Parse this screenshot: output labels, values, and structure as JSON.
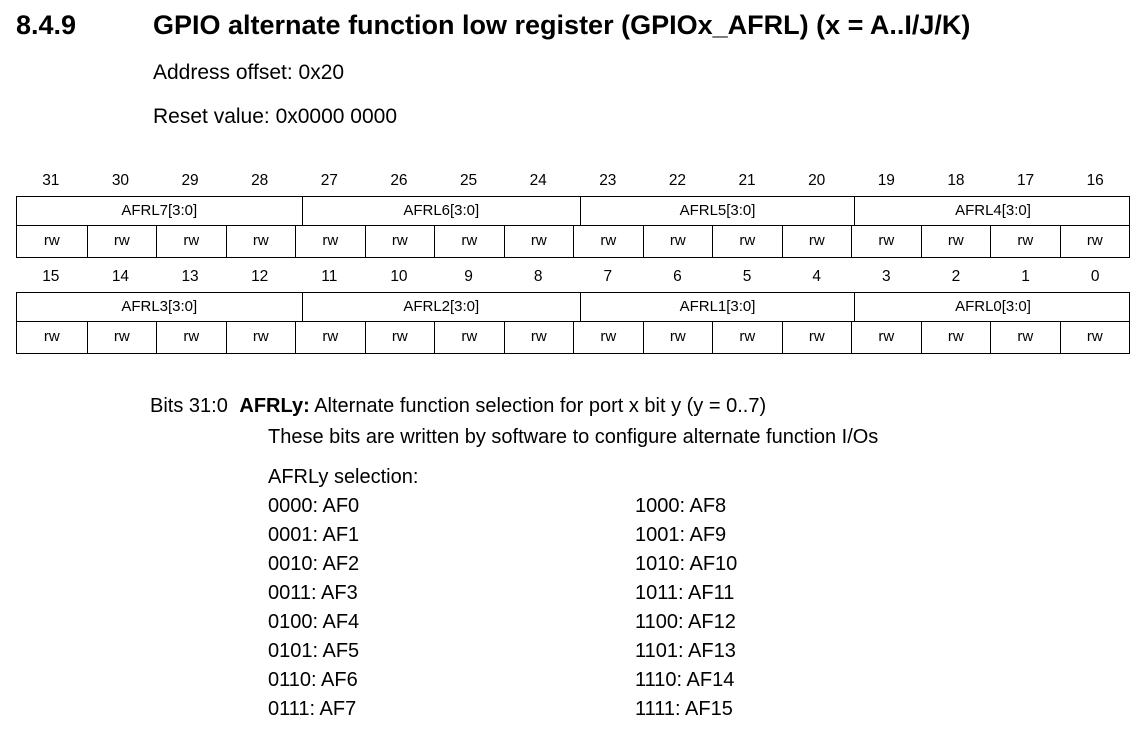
{
  "section": {
    "number": "8.4.9",
    "title": "GPIO alternate function low register (GPIOx_AFRL) (x = A..I/J/K)",
    "address_offset": "Address offset: 0x20",
    "reset_value": "Reset value: 0x0000 0000"
  },
  "register": {
    "rows": [
      {
        "bits": [
          "31",
          "30",
          "29",
          "28",
          "27",
          "26",
          "25",
          "24",
          "23",
          "22",
          "21",
          "20",
          "19",
          "18",
          "17",
          "16"
        ],
        "fields": [
          "AFRL7[3:0]",
          "AFRL6[3:0]",
          "AFRL5[3:0]",
          "AFRL4[3:0]"
        ],
        "access": [
          "rw",
          "rw",
          "rw",
          "rw",
          "rw",
          "rw",
          "rw",
          "rw",
          "rw",
          "rw",
          "rw",
          "rw",
          "rw",
          "rw",
          "rw",
          "rw"
        ]
      },
      {
        "bits": [
          "15",
          "14",
          "13",
          "12",
          "11",
          "10",
          "9",
          "8",
          "7",
          "6",
          "5",
          "4",
          "3",
          "2",
          "1",
          "0"
        ],
        "fields": [
          "AFRL3[3:0]",
          "AFRL2[3:0]",
          "AFRL1[3:0]",
          "AFRL0[3:0]"
        ],
        "access": [
          "rw",
          "rw",
          "rw",
          "rw",
          "rw",
          "rw",
          "rw",
          "rw",
          "rw",
          "rw",
          "rw",
          "rw",
          "rw",
          "rw",
          "rw",
          "rw"
        ]
      }
    ]
  },
  "description": {
    "bits_label": "Bits 31:0",
    "field_name": "AFRLy:",
    "field_summary": "Alternate function selection for port x bit y (y = 0..7)",
    "detail": "These bits are written by software to configure alternate function I/Os",
    "selection_heading": "AFRLy selection:",
    "selection_left": [
      "0000: AF0",
      "0001: AF1",
      "0010: AF2",
      "0011: AF3",
      "0100: AF4",
      "0101: AF5",
      "0110: AF6",
      "0111: AF7"
    ],
    "selection_right": [
      "1000: AF8",
      "1001: AF9",
      "1010: AF10",
      "1011: AF11",
      "1100: AF12",
      "1101: AF13",
      "1110: AF14",
      "1111: AF15"
    ]
  }
}
